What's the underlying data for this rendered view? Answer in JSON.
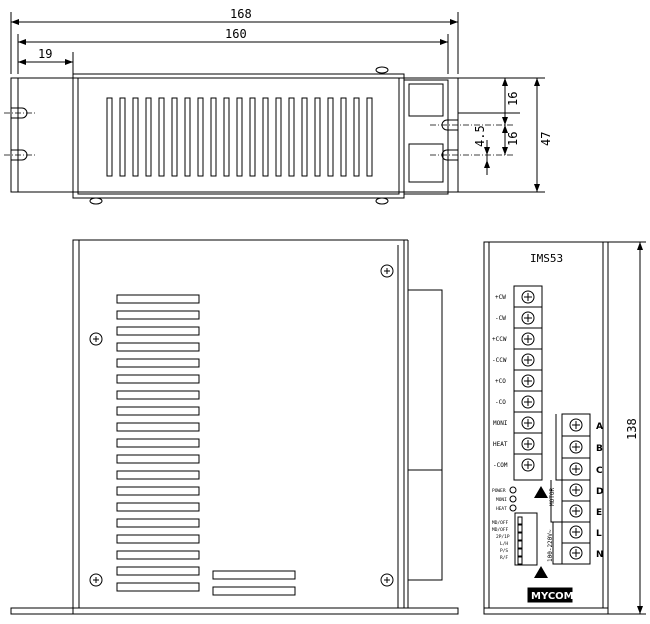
{
  "dimensions": {
    "overall_width": "168",
    "body_width": "160",
    "offset_left": "19",
    "height_16a": "16",
    "gap_4_5": "4.5",
    "height_16b": "16",
    "total_47": "47",
    "height_138": "138"
  },
  "front_panel": {
    "model": "IMS53",
    "left_terminals": [
      "+CW",
      "-CW",
      "+CCW",
      "-CCW",
      "+CO",
      "-CO",
      "MONI",
      "HEAT",
      "-COM"
    ],
    "right_terminals": [
      "A",
      "B",
      "C",
      "D",
      "E",
      "L",
      "N"
    ],
    "leds": [
      "POWER",
      "MONI",
      "HEAT"
    ],
    "dip_labels": [
      "MD/OFF",
      "MD/OFF",
      "2P/1P",
      "L/H",
      "P/S",
      "R/F"
    ],
    "motor_label": "MOTOR",
    "power_label": "100-220V~",
    "logo": "MYCOM"
  }
}
